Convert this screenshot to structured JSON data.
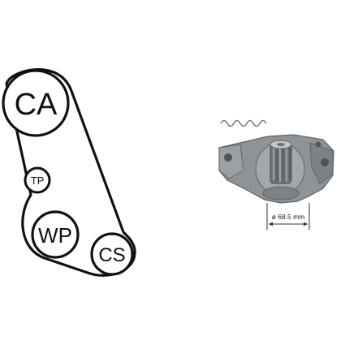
{
  "belt_diagram": {
    "pulleys": [
      {
        "key": "ca",
        "label": "CA"
      },
      {
        "key": "tp",
        "label": "TP"
      },
      {
        "key": "wp",
        "label": "WP"
      },
      {
        "key": "cs",
        "label": "CS"
      }
    ]
  },
  "product_image": {
    "dimension_label": "ø 68.5 mm"
  },
  "colors": {
    "line": "#111111",
    "pump_body": "#8e9397",
    "pump_shadow": "#5f6468",
    "pump_highlight": "#c3c7ca",
    "background": "#ffffff"
  }
}
